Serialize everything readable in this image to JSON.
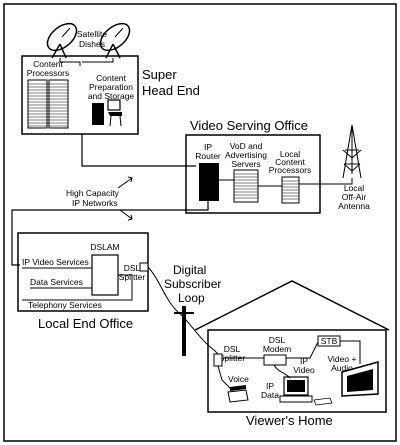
{
  "super_head_end": {
    "title_line1": "Super",
    "title_line2": "Head End",
    "satellite_line1": "Satellite",
    "satellite_line2": "Dishes",
    "processors_line1": "Content",
    "processors_line2": "Processors",
    "prep_line1": "Content",
    "prep_line2": "Preparation",
    "prep_line3": "and Storage"
  },
  "video_serving_office": {
    "title": "Video Serving Office",
    "ip_router_line1": "IP",
    "ip_router_line2": "Router",
    "vod_line1": "VoD and",
    "vod_line2": "Advertising",
    "vod_line3": "Servers",
    "local_line1": "Local",
    "local_line2": "Content",
    "local_line3": "Processors"
  },
  "antenna": {
    "line1": "Local",
    "line2": "Off-Air",
    "line3": "Antenna"
  },
  "networks": {
    "line1": "High Capacity",
    "line2": "IP Networks"
  },
  "local_end_office": {
    "title": "Local End Office",
    "dslam": "DSLAM",
    "ip_video_services": "IP Video Services",
    "data_services": "Data Services",
    "telephony_services": "Telephony Services",
    "dsl_splitter_line1": "DSL",
    "dsl_splitter_line2": "Splitter"
  },
  "loop": {
    "line1": "Digital",
    "line2": "Subscriber",
    "line3": "Loop"
  },
  "viewers_home": {
    "title": "Viewer's Home",
    "dsl_splitter_line1": "DSL",
    "dsl_splitter_line2": "Splitter",
    "dsl_modem_line1": "DSL",
    "dsl_modem_line2": "Modem",
    "stb": "STB",
    "ip_video_line1": "IP",
    "ip_video_line2": "Video",
    "video_audio_line1": "Video +",
    "video_audio_line2": "Audio",
    "voice": "Voice",
    "ip_data_line1": "IP",
    "ip_data_line2": "Data"
  }
}
